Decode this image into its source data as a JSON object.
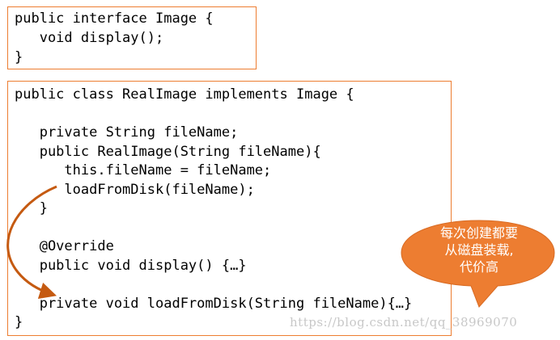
{
  "interface_block": {
    "lines": [
      "public interface Image {",
      "   void display();",
      "}"
    ]
  },
  "class_block": {
    "lines": [
      "public class RealImage implements Image {",
      "",
      "   private String fileName;",
      "   public RealImage(String fileName){",
      "      this.fileName = fileName;",
      "      loadFromDisk(fileName);",
      "   }",
      "",
      "   @Override",
      "   public void display() {…}",
      "",
      "   private void loadFromDisk(String fileName){…}",
      "}"
    ]
  },
  "callout": {
    "lines": [
      "每次创建都要",
      "从磁盘装载,",
      "代价高"
    ],
    "fill_color": "#ED7D31"
  },
  "colors": {
    "box_border": "#ED7D31",
    "arrow": "#C55A11"
  },
  "watermark": "https://blog.csdn.net/qq_38969070"
}
